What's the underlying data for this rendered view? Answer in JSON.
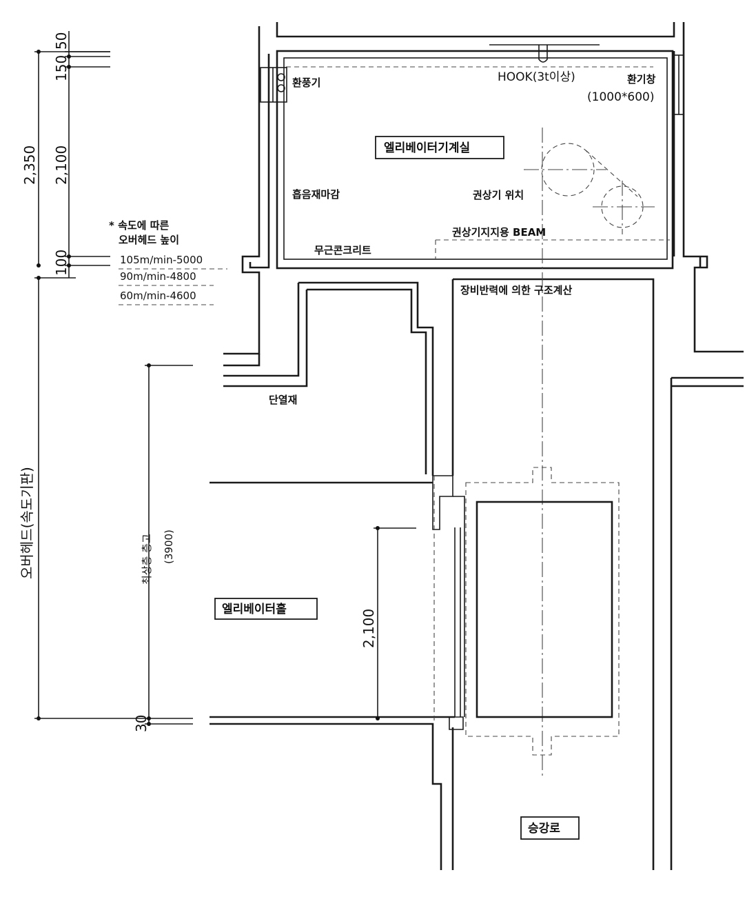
{
  "labels": {
    "machine_room": "엘리베이터기계실",
    "elevator_hall": "엘리베이터홀",
    "hoistway": "승강로",
    "hook": "HOOK(3t이상)",
    "ventilation_window": "환기창",
    "ventilation_window_size": "(1000*600)",
    "ventilator": "환풍기",
    "sound_absorbing_finish": "흡음재마감",
    "hoist_position": "권상기 위치",
    "hoist_support_beam": "권상기지지용 BEAM",
    "plain_concrete": "무근콘크리트",
    "structural_calc": "장비반력에 의한 구조계산",
    "insulation": "단열재",
    "overhead_label": "오버헤드(속도기판)",
    "top_floor_height": "최상층 층고",
    "top_floor_height_value": "(3900)"
  },
  "dimensions": {
    "d_50": "50",
    "d_150": "150",
    "d_2350": "2,350",
    "d_2100_top": "2,100",
    "d_100": "100",
    "d_2100_door": "2,100",
    "d_30": "30"
  },
  "speed_note": {
    "title_line1": "* 속도에 따른",
    "title_line2": "오버헤드 높이",
    "rows": [
      "105m/min-5000",
      "90m/min-4800",
      "60m/min-4600"
    ]
  }
}
